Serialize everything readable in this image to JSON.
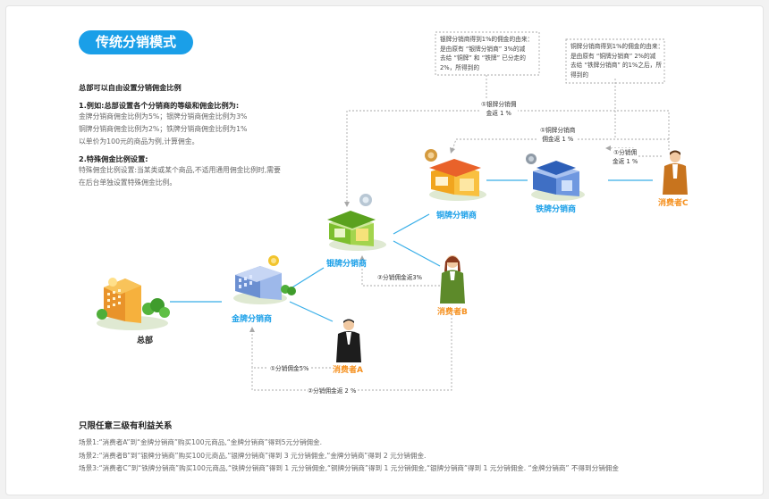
{
  "title": "传统分销模式",
  "intro": {
    "heading": "总部可以自由设置分销佣金比例",
    "sec1_title": "1.例如:总部设置各个分销商的等级和佣金比例为:",
    "sec1_lines": [
      "金牌分销商佣金比例为5%；银牌分销商佣金比例为3%",
      "铜牌分销商佣金比例为2%；铁牌分销商佣金比例为1%",
      "以单价为100元的商品为例,计算佣金。"
    ],
    "sec2_title": "2.特殊佣金比例设置:",
    "sec2_lines": [
      "特殊佣金比例设置:当某类或某个商品,不适用通用佣金比例时,需要",
      "在后台单独设置特殊佣金比例。"
    ]
  },
  "nodes": {
    "hq": "总部",
    "gold": "金牌分销商",
    "silver": "银牌分销商",
    "bronze": "铜牌分销商",
    "iron": "铁牌分销商",
    "consumer_a": "消费者A",
    "consumer_b": "消费者B",
    "consumer_c": "消费者C"
  },
  "edges": {
    "e1": "①分销佣金5%",
    "e2": "②分销佣金返 2 %",
    "e3": "②分销佣金返3%",
    "e4a": "①分销佣",
    "e4b": "金返 1 %",
    "e5a": "①铜牌分销商",
    "e5b": "佣金返 1 %",
    "e6a": "①银牌分销佣",
    "e6b": "金返 1 %"
  },
  "notes": {
    "left": "银牌分销商得到1%的佣金的由来：\n是由原有 “银牌分销商” 3%的减\n去给 “铜牌” 和 “铁牌” 已分走的\n2%，所得到的",
    "right": "铜牌分销商得到1%的佣金的由来：\n是由原有 “铜牌分销商” 2%的减\n去给 “铁牌分销商” 的1%之后，所\n得到的"
  },
  "footer": {
    "title": "只限任意三级有利益关系",
    "scenes": [
      "场景1:“消费者A”到“金牌分销商”购买100元商品,“金牌分销商”得到5元分销佣金.",
      "场景2:“消费者B”到“银牌分销商”购买100元商品,“银牌分销商”得到 3 元分销佣金,“金牌分销商”得到 2 元分销佣金.",
      "场景3:“消费者C”到“铁牌分销商”购买100元商品,“铁牌分销商”得到 1 元分销佣金,“铜牌分销商”得到 1 元分销佣金,“银牌分销商”得到 1 元分销佣金. “金牌分销商” 不得到分销佣金"
    ]
  },
  "colors": {
    "accent_blue": "#1a9fe8",
    "consumer_orange": "#f5901e",
    "line_blue": "#37aee8",
    "dashed_gray": "#a8a8a8"
  }
}
